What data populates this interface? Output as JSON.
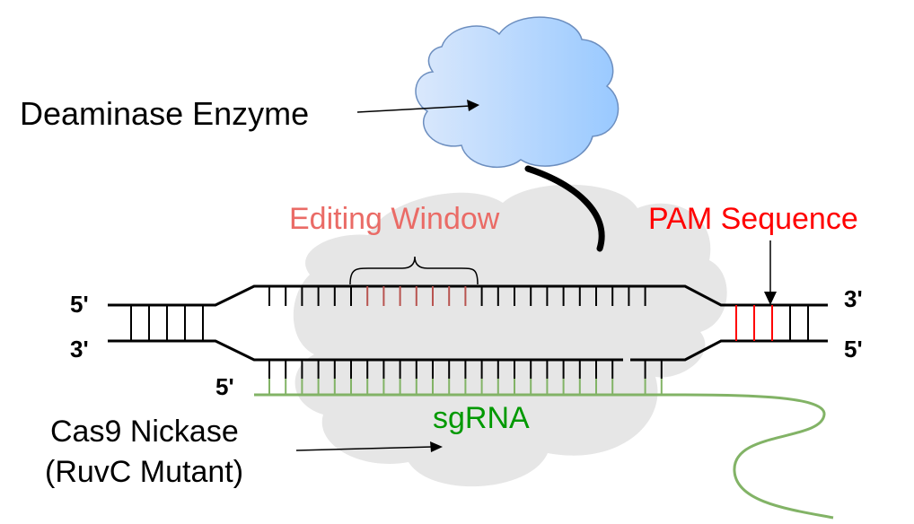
{
  "labels": {
    "deaminase": "Deaminase Enzyme",
    "editing_window": "Editing Window",
    "pam": "PAM Sequence",
    "sgrna": "sgRNA",
    "cas9_line1": "Cas9 Nickase",
    "cas9_line2": "(RuvC Mutant)"
  },
  "strand_ends": {
    "top_left": "5'",
    "bottom_left": "3'",
    "top_right": "3'",
    "bottom_right": "5'",
    "sgrna_start": "5'"
  },
  "colors": {
    "cas9_body": "#e6e6e6",
    "deaminase_light": "#dae8fc",
    "deaminase_dark": "#99c9ff",
    "deaminase_stroke": "#6c8ebf",
    "editing_window": "#ea6b66",
    "editing_bases": "#b85450",
    "pam": "#ff0000",
    "sgrna": "#82b366",
    "sgrna_text": "#009900",
    "dna": "#000000"
  }
}
